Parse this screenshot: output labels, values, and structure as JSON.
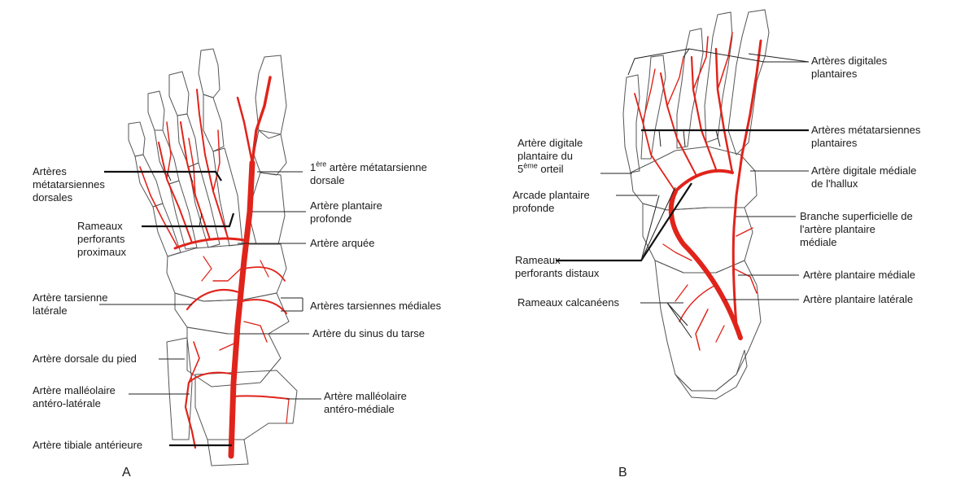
{
  "panels": {
    "a": {
      "letter": "A",
      "labels": {
        "metatarsal_dorsal_1": "Artères",
        "metatarsal_dorsal_2": "métatarsiennes",
        "metatarsal_dorsal_3": "dorsales",
        "perforant_prox_1": "Rameaux",
        "perforant_prox_2": "perforants",
        "perforant_prox_3": "proximaux",
        "tarsal_lat_1": "Artère tarsienne",
        "tarsal_lat_2": "latérale",
        "dorsalis_pedis": "Artère dorsale du pied",
        "malleolar_lat_1": "Artère malléolaire",
        "malleolar_lat_2": "antéro-latérale",
        "tibial_ant": "Artère tibiale antérieure",
        "first_meta_num": "1",
        "first_meta_sup": "ère",
        "first_meta_1": " artère métatarsienne",
        "first_meta_2": "dorsale",
        "deep_plantar_1": "Artère plantaire",
        "deep_plantar_2": "profonde",
        "arcuate": "Artère arquée",
        "tarsal_med": "Artères tarsiennes médiales",
        "sinus_tarsi": "Artère du sinus du tarse",
        "malleolar_med_1": "Artère malléolaire",
        "malleolar_med_2": "antéro-médiale"
      }
    },
    "b": {
      "letter": "B",
      "labels": {
        "dig_plant_1": "Artères digitales",
        "dig_plant_2": "plantaires",
        "meta_plant_1": "Artères métatarsiennes",
        "meta_plant_2": "plantaires",
        "dig5_1": "Artère digitale",
        "dig5_2": "plantaire du",
        "dig5_3a": "5",
        "dig5_3sup": "ème",
        "dig5_3b": " orteil",
        "deep_arch_1": "Arcade plantaire",
        "deep_arch_2": "profonde",
        "hallux_1": "Artère digitale médiale",
        "hallux_2": "de l'hallux",
        "superficial_1": "Branche superficielle de",
        "superficial_2": "l'artère plantaire",
        "superficial_3": "médiale",
        "perforant_dist_1": "Rameaux",
        "perforant_dist_2": "perforants distaux",
        "medial_plantar": "Artère plantaire médiale",
        "lateral_plantar": "Artère plantaire latérale",
        "calcaneal": "Rameaux calcanéens"
      }
    }
  },
  "colors": {
    "artery": "#e0241b",
    "bone_outline": "#555555",
    "leader": "#222222",
    "text": "#1a1a1a"
  }
}
